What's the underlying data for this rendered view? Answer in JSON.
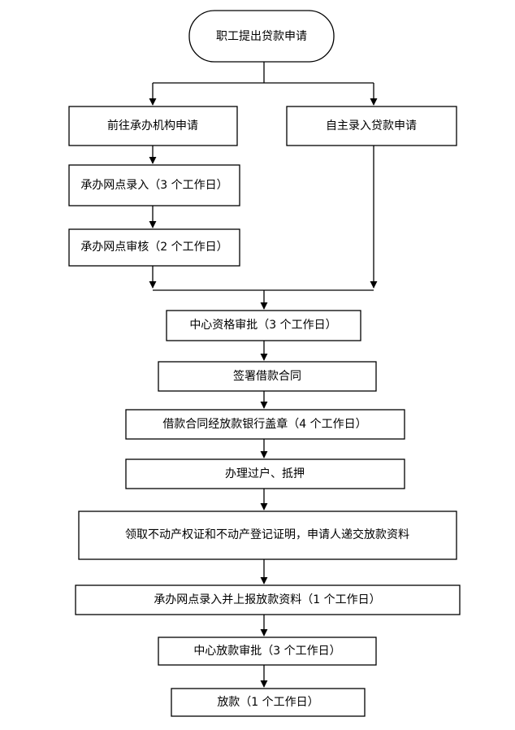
{
  "flowchart": {
    "start": "职工提出贷款申请",
    "branch_left": "前往承办机构申请",
    "branch_right": "自主录入贷款申请",
    "step_entry": "承办网点录入（3 个工作日）",
    "step_review": "承办网点审核（2 个工作日）",
    "step_qualification": "中心资格审批（3 个工作日）",
    "step_sign": "签署借款合同",
    "step_bank_seal": "借款合同经放款银行盖章（4 个工作日）",
    "step_transfer": "办理过户、抵押",
    "step_certificates": "领取不动产权证和不动产登记证明，申请人递交放款资料",
    "step_report": "承办网点录入并上报放款资料（1 个工作日）",
    "step_loan_approval": "中心放款审批（3 个工作日）",
    "step_disburse": "放款（1 个工作日）"
  }
}
